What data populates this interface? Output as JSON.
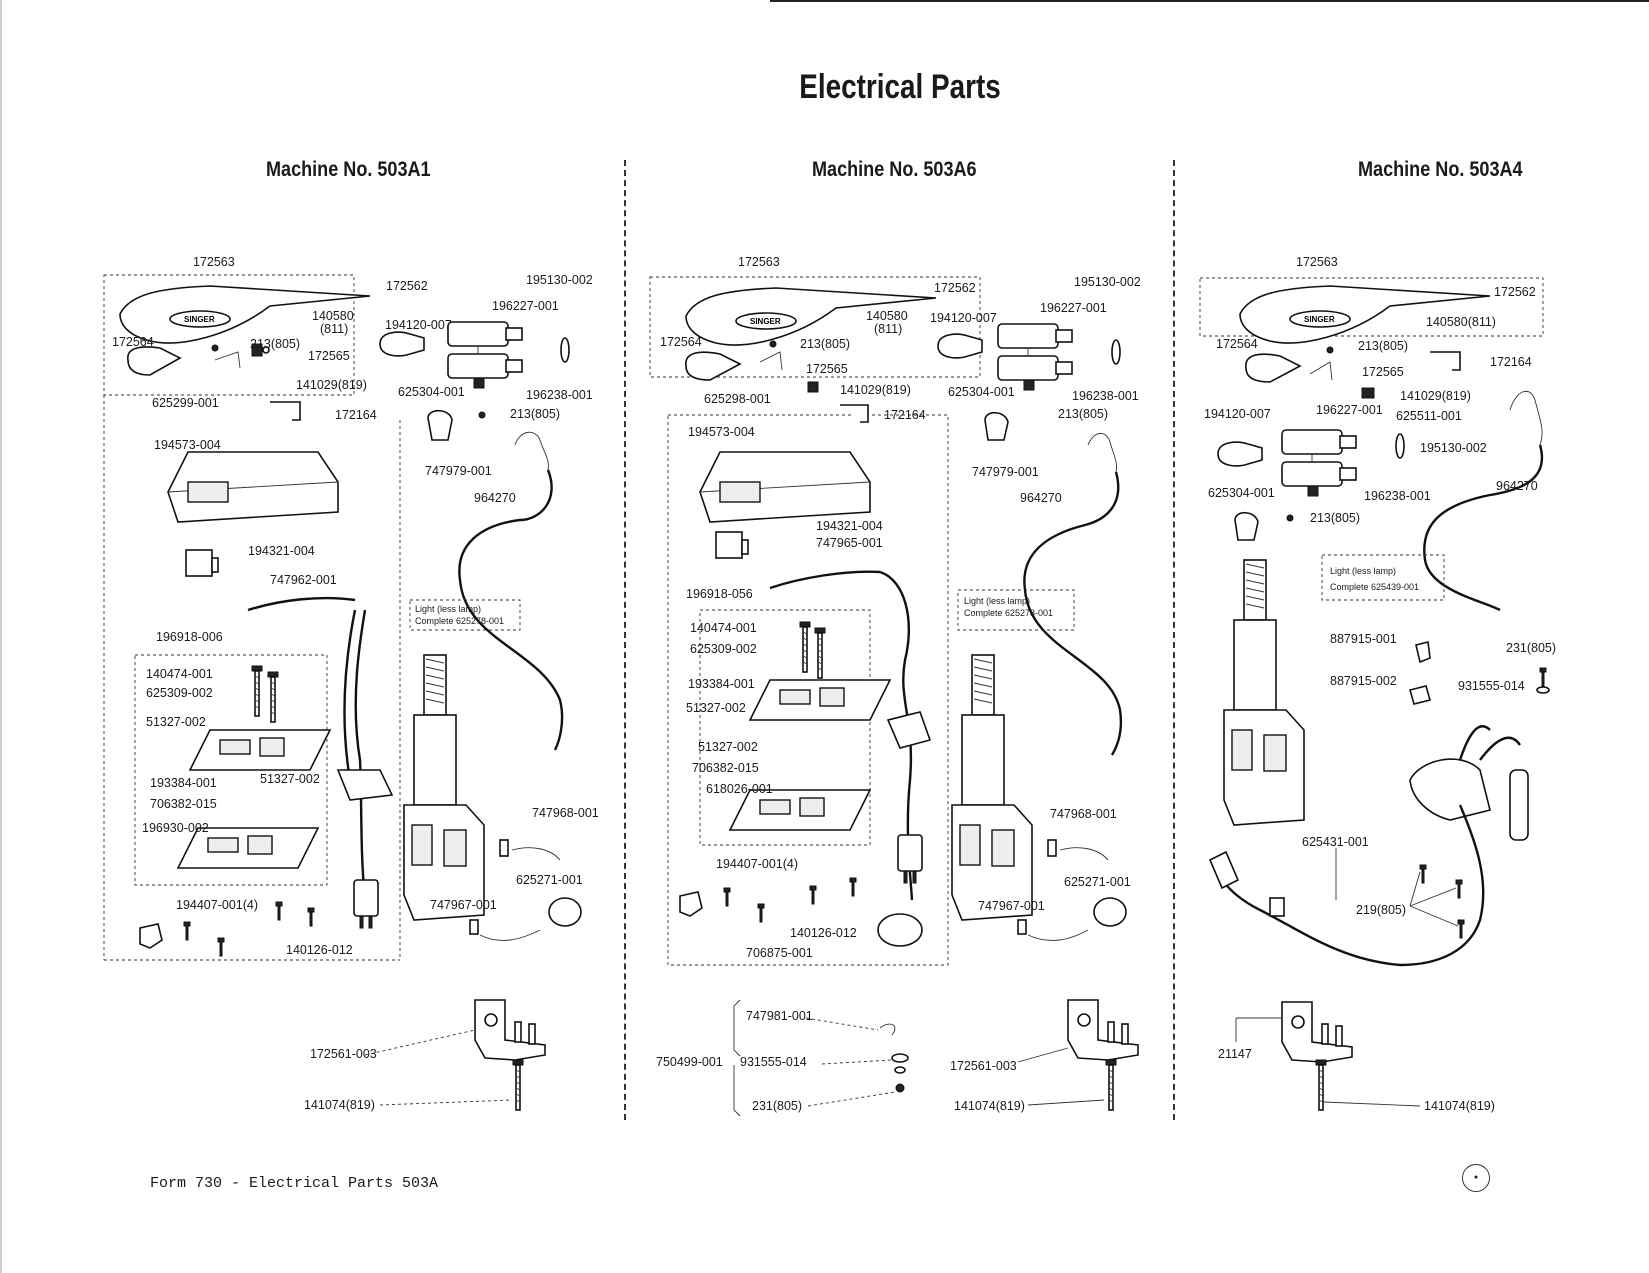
{
  "title": "Electrical Parts",
  "columns": [
    {
      "heading": "Machine No. 503A1",
      "labels": [
        "172563",
        "172562",
        "195130-002",
        "196227-001",
        "194120-007",
        "140580",
        "(811)",
        "172564",
        "213(805)",
        "172565",
        "141029(819)",
        "625299-001",
        "625304-001",
        "196238-001",
        "213(805)",
        "172164",
        "194573-004",
        "747979-001",
        "964270",
        "194321-004",
        "747962-001",
        "196918-006",
        "140474-001",
        "625309-002",
        "51327-002",
        "193384-001",
        "51327-002",
        "706382-015",
        "196930-002",
        "747968-001",
        "625271-001",
        "194407-001(4)",
        "747967-001",
        "140126-012",
        "172561-003",
        "141074(819)"
      ],
      "light_box": [
        "Light (less lamp)",
        "Complete 625278-001"
      ]
    },
    {
      "heading": "Machine No. 503A6",
      "labels": [
        "172563",
        "195130-002",
        "172562",
        "196227-001",
        "140580",
        "(811)",
        "194120-007",
        "172564",
        "213(805)",
        "172565",
        "625298-001",
        "141029(819)",
        "625304-001",
        "196238-001",
        "194573-004",
        "172164",
        "213(805)",
        "747979-001",
        "964270",
        "194321-004",
        "747965-001",
        "196918-056",
        "140474-001",
        "625309-002",
        "193384-001",
        "51327-002",
        "51327-002",
        "706382-015",
        "618026-001",
        "747968-001",
        "625271-001",
        "194407-001(4)",
        "747967-001",
        "140126-012",
        "706875-001",
        "747981-001",
        "750499-001",
        "931555-014",
        "231(805)",
        "172561-003",
        "141074(819)"
      ],
      "light_box": [
        "Light (less lamp)",
        "Complete 625278-001"
      ]
    },
    {
      "heading": "Machine No. 503A4",
      "labels": [
        "172563",
        "172562",
        "140580(811)",
        "172564",
        "213(805)",
        "172164",
        "172565",
        "141029(819)",
        "625511-001",
        "194120-007",
        "196227-001",
        "195130-002",
        "964270",
        "625304-001",
        "196238-001",
        "213(805)",
        "887915-001",
        "231(805)",
        "887915-002",
        "931555-014",
        "625431-001",
        "219(805)",
        "21147",
        "141074(819)"
      ],
      "light_box": [
        "Light (less lamp)",
        "Complete 625439-001"
      ]
    }
  ],
  "footer": "Form 730 - Electrical Parts 503A"
}
